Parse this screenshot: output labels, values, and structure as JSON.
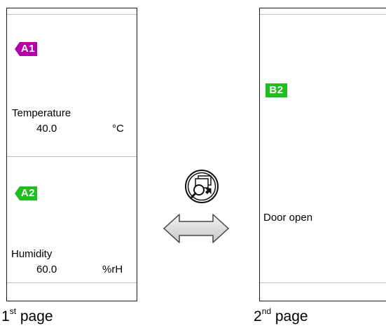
{
  "page1": {
    "zone_a1": {
      "badge": "A1",
      "badge_color": "#b300a8",
      "label": "Temperature",
      "value": "40.0",
      "unit": "°C"
    },
    "zone_a2": {
      "badge": "A2",
      "badge_color": "#1fbd1f",
      "label": "Humidity",
      "value": "60.0",
      "unit": "%rH"
    },
    "caption_number": "1",
    "caption_suffix": "st",
    "caption_text": " page"
  },
  "page2": {
    "zone_b2": {
      "badge": "B2",
      "badge_color": "#1fbd1f",
      "label": "Door open"
    },
    "caption_number": "2",
    "caption_suffix": "nd",
    "caption_text": " page"
  },
  "icons": {
    "switch": "page-switch-icon",
    "arrow": "double-arrow-icon"
  }
}
